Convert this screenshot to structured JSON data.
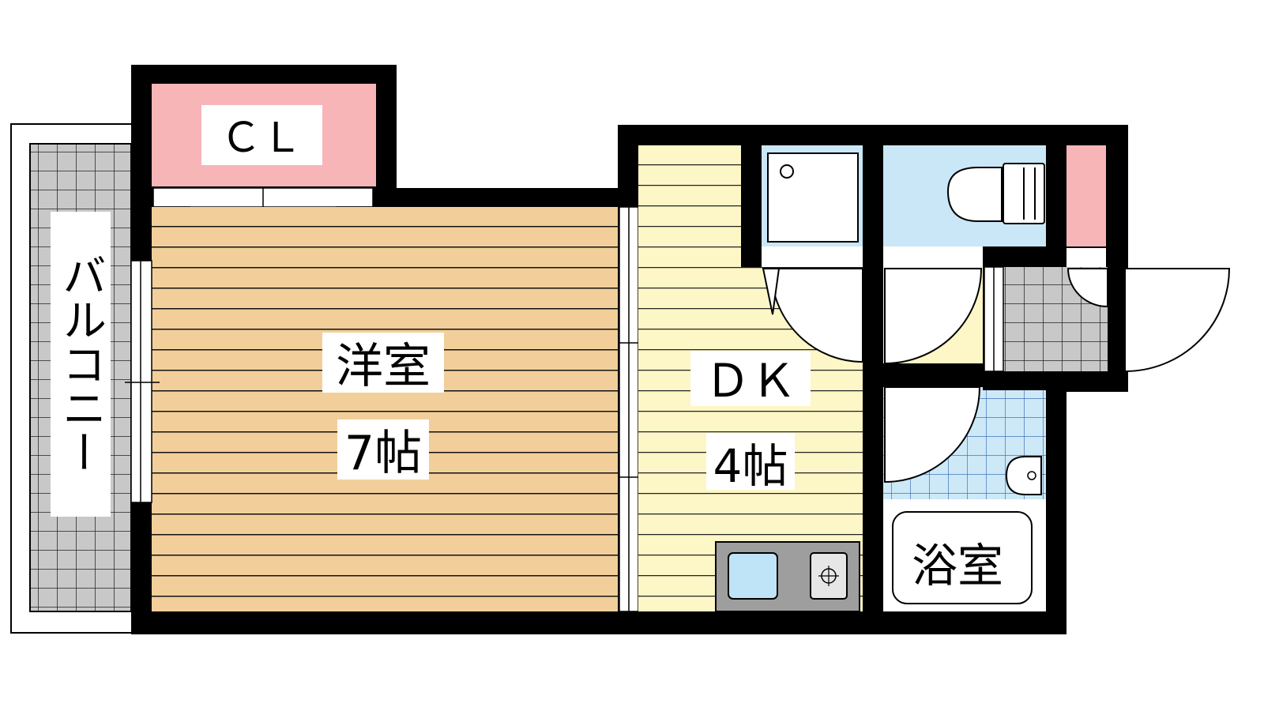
{
  "floor_plan": {
    "rooms": {
      "closet": {
        "label": "ＣＬ",
        "color": "#f7b5b8"
      },
      "western_room": {
        "name": "洋室",
        "size": "7帖",
        "color": "#f2cf9a"
      },
      "dining_kitchen": {
        "name": "ＤＫ",
        "size": "4帖",
        "color": "#fdf6c6"
      },
      "bathroom": {
        "name": "浴室",
        "color": "#cde9f7"
      },
      "toilet": {
        "color": "#c9e7f7"
      },
      "storage": {
        "color": "#f7b5b8"
      },
      "balcony": {
        "name": "バルコニー",
        "color": "#c8c8c8"
      }
    },
    "fixtures": [
      "washing-machine-pan",
      "toilet",
      "sink",
      "gas-stove",
      "bathtub"
    ],
    "wall_color": "#000000"
  }
}
